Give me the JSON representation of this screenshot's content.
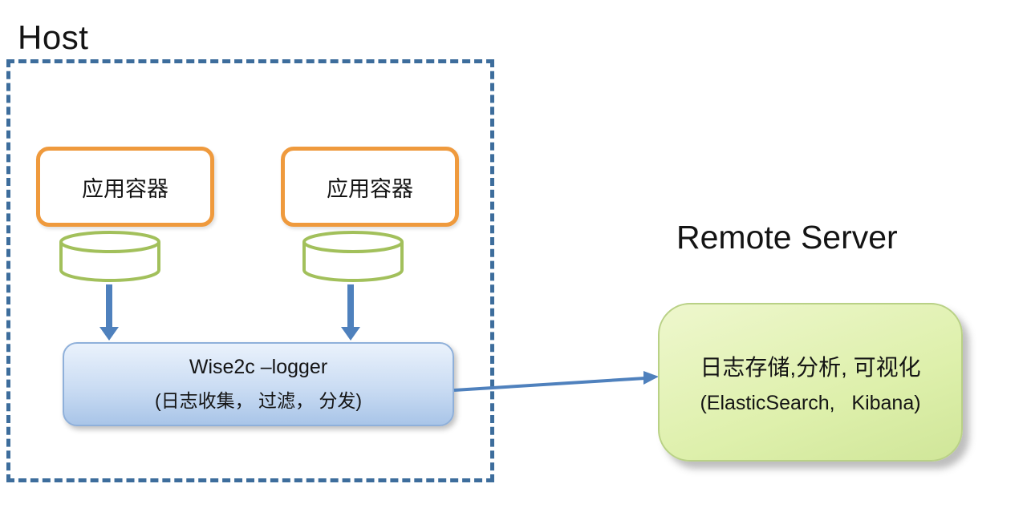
{
  "host": {
    "label": "Host"
  },
  "containers": {
    "app1_label": "应用容器",
    "app2_label": "应用容器"
  },
  "logger": {
    "title": "Wise2c –logger",
    "subtitle": "(日志收集， 过滤， 分发)"
  },
  "remote": {
    "heading": "Remote Server",
    "line1": "日志存储,分析, 可视化",
    "line2": "(ElasticSearch,   Kibana)"
  },
  "colors": {
    "dashed_border": "#3d6d9c",
    "container_border": "#ef9a3d",
    "cylinder_border": "#a2c05b",
    "arrow": "#4f81bd",
    "logger_fill_top": "#eaf2fc",
    "logger_fill_bottom": "#a9c5e8",
    "logger_border": "#8fb0da",
    "remote_fill_top": "#eef7cd",
    "remote_fill_bottom": "#d0e699",
    "remote_border": "#b9d186",
    "background": "#ffffff",
    "text": "#141414"
  }
}
